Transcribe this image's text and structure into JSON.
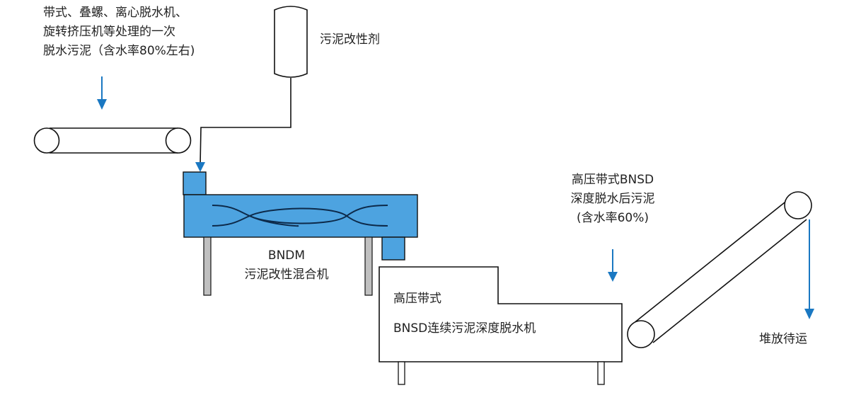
{
  "title": "高压带式BNSD污泥深度脱水工艺流程",
  "labels": {
    "input_sludge": [
      "带式、叠螺、离心脱水机、",
      "旋转挤压机等处理的一次",
      "脱水污泥（含水率80%左右)"
    ],
    "conditioner": "污泥改性剂",
    "mixer_name": "BNDM",
    "mixer_desc": "污泥改性混合机",
    "press_line1": "高压带式",
    "press_line2": "BNSD连续污泥深度脱水机",
    "output_sludge": [
      "高压带式BNSD",
      "深度脱水后污泥",
      "(含水率60%)"
    ],
    "storage": "堆放待运"
  },
  "colors": {
    "equipment_blue": "#4da3e0",
    "arrow_blue": "#1a78c2",
    "leg_gray": "#c0c0c0",
    "line": "#111111"
  }
}
